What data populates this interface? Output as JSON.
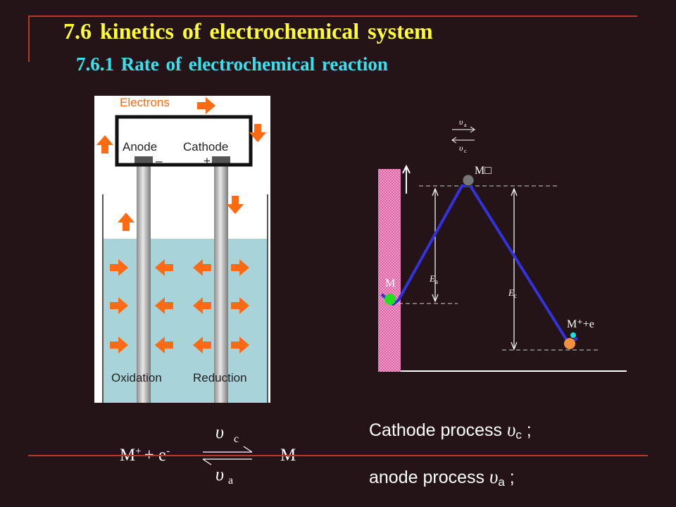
{
  "slide": {
    "title": "7.6  kinetics of electrochemical system",
    "subtitle": "7.6.1  Rate of electrochemical reaction"
  },
  "cell_diagram": {
    "electrons_label": "Electrons",
    "anode_label": "Anode",
    "cathode_label": "Cathode",
    "anode_sign": "–",
    "cathode_sign": "+",
    "oxidation_label": "Oxidation",
    "reduction_label": "Reduction",
    "colors": {
      "arrow": "#ff6a13",
      "electrolyte": "#a8d3d8",
      "electrode": "#b9b9b9"
    }
  },
  "energy_diagram": {
    "rate_a": "υ",
    "rate_a_sub": "a",
    "rate_c": "υ",
    "rate_c_sub": "c",
    "transition_label": "M□",
    "metal_label": "M",
    "ion_label": "M⁺+e",
    "ea_label": "E",
    "ea_sub": "a",
    "ec_label": "E",
    "ec_sub": "c",
    "colors": {
      "curve": "#3333dd",
      "electrode": "#e86aa8",
      "metal_ball": "#22dd22",
      "ion_ball": "#f09040",
      "electron_ball": "#22dddd",
      "transition_ball": "#777777"
    }
  },
  "equation": {
    "lhs": "M",
    "lhs_sup": "+",
    "plus": "+ e",
    "e_sup": "-",
    "rhs": "M",
    "upper_rate": "υ",
    "upper_sub": "c",
    "lower_rate": "υ",
    "lower_sub": "a"
  },
  "process": {
    "cathode_text": "Cathode process ",
    "cathode_symbol": "υ",
    "cathode_sub": "c",
    "cathode_end": " ;",
    "anode_text": "anode process ",
    "anode_symbol": "υ",
    "anode_sub": "a",
    "anode_end": " ;"
  }
}
